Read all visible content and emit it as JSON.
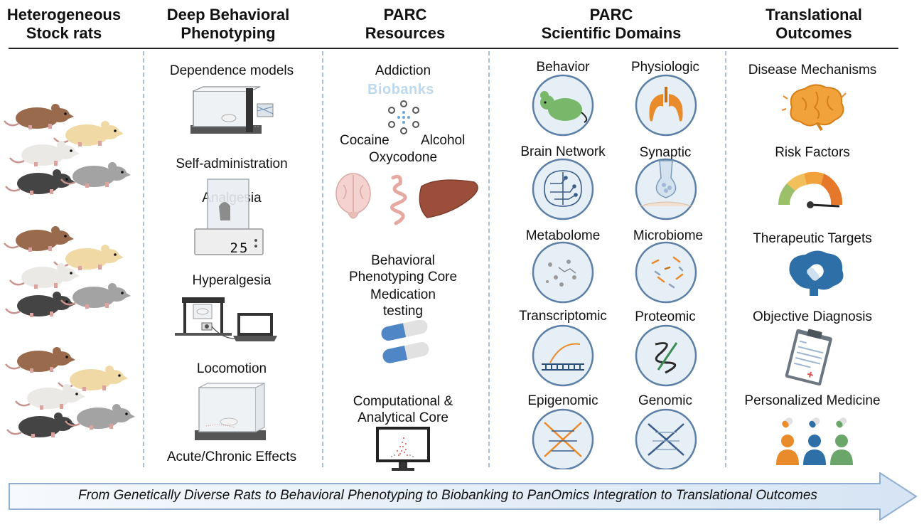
{
  "headers": {
    "col1": "Heterogeneous\nStock  rats",
    "col2": "Deep Behavioral\nPhenotyping",
    "col3": "PARC\nResources",
    "col4": "PARC\nScientific Domains",
    "col5": "Translational\nOutcomes"
  },
  "phenotyping": {
    "dependence": "Dependence models",
    "self_admin": "Self-administration",
    "analgesia": "Analgesia",
    "analgesia_display": "25",
    "hyperalgesia": "Hyperalgesia",
    "locomotion": "Locomotion",
    "acute": "Acute/Chronic Effects"
  },
  "resources": {
    "addiction": "Addiction",
    "biobanks": "Biobanks",
    "cocaine": "Cocaine",
    "alcohol": "Alcohol",
    "oxycodone": "Oxycodone",
    "behavioral_core": "Behavioral\nPhenotyping Core",
    "medication": "Medication\ntesting",
    "computational": "Computational &\nAnalytical Core"
  },
  "domains": {
    "behavior": "Behavior",
    "physiologic": "Physiologic",
    "brain_network": "Brain Network",
    "synaptic": "Synaptic",
    "metabolome": "Metabolome",
    "microbiome": "Microbiome",
    "transcriptomic": "Transcriptomic",
    "proteomic": "Proteomic",
    "epigenomic": "Epigenomic",
    "genomic": "Genomic"
  },
  "outcomes": {
    "disease": "Disease Mechanisms",
    "risk": "Risk Factors",
    "therapeutic": "Therapeutic Targets",
    "diagnosis": "Objective Diagnosis",
    "personalized": "Personalized Medicine"
  },
  "footer": "From Genetically Diverse Rats to Behavioral Phenotyping to Biobanking to PanOmics Integration to Translational Outcomes",
  "colors": {
    "rat_brown": "#9a6a4c",
    "rat_cream": "#f0d9a4",
    "rat_white": "#ebe9e6",
    "rat_dark": "#444444",
    "rat_gray": "#a3a3a3",
    "arrow_fill": "#e4eef8",
    "arrow_stroke": "#8fb0d2",
    "separator": "#a9bfd6",
    "accent_orange": "#e98a2b",
    "accent_blue": "#2f6fa8"
  }
}
